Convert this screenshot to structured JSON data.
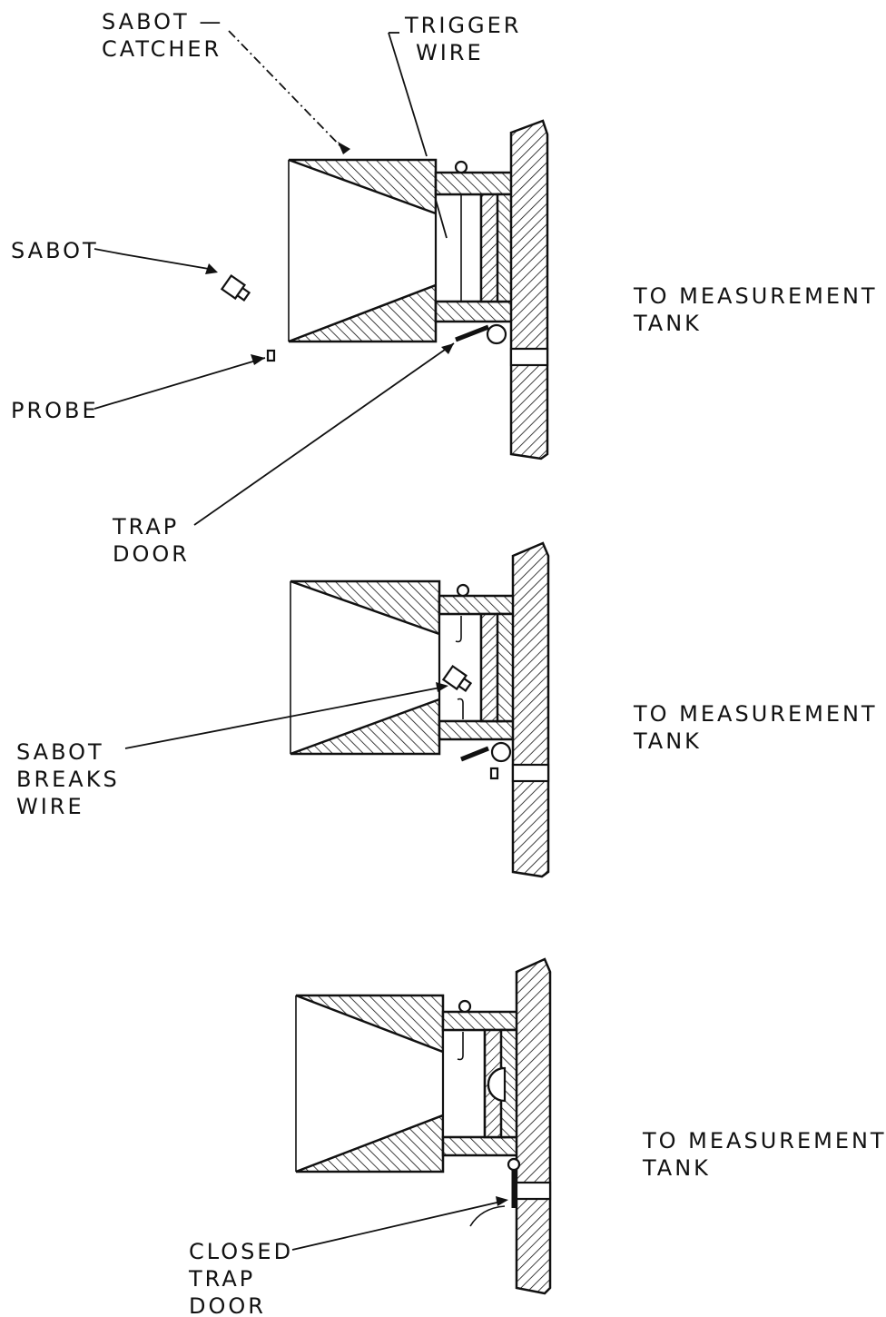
{
  "labels": {
    "sabot_catcher": [
      "SABOT —",
      "CATCHER"
    ],
    "trigger_wire": [
      "TRIGGER",
      "WIRE"
    ],
    "sabot": "SABOT",
    "probe": "PROBE",
    "trap_door": [
      "TRAP",
      "DOOR"
    ],
    "to_measurement_tank_1": [
      "TO MEASUREMENT",
      "TANK"
    ],
    "sabot_breaks_wire": [
      "SABOT",
      "BREAKS",
      "WIRE"
    ],
    "to_measurement_tank_2": [
      "TO MEASUREMENT",
      "TANK"
    ],
    "to_measurement_tank_3": [
      "TO MEASUREMENT",
      "TANK"
    ],
    "closed_trap_door": [
      "CLOSED",
      "TRAP",
      "DOOR"
    ]
  },
  "colors": {
    "ink": "#111111",
    "paper": "#ffffff"
  }
}
